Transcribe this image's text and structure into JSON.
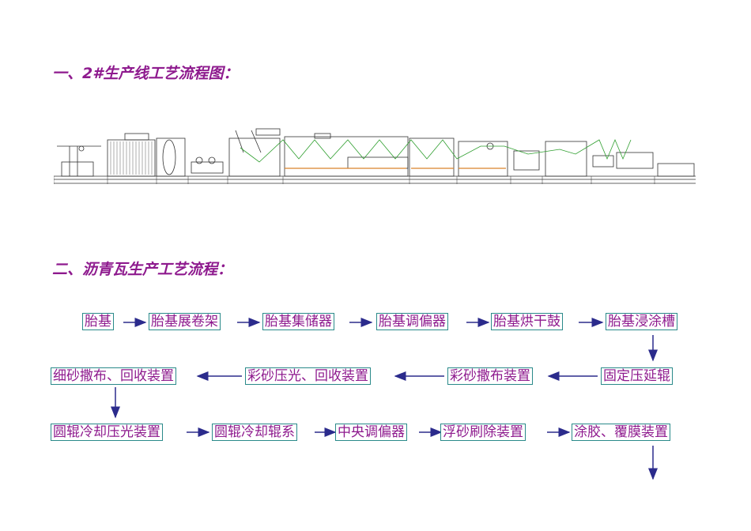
{
  "section1": {
    "title": "一、2#生产线工艺流程图："
  },
  "section2": {
    "title": "二、沥青瓦生产工艺流程："
  },
  "flow": {
    "row1": [
      "胎基",
      "胎基展卷架",
      "胎基集储器",
      "胎基调偏器",
      "胎基烘干鼓",
      "胎基浸涂槽"
    ],
    "row2": [
      "细砂撒布、回收装置",
      "彩砂压光、回收装置",
      "彩砂撒布装置",
      " 固定压延辊"
    ],
    "row3": [
      "圆辊冷却压光装置",
      "圆辊冷却辊系",
      "中央调偏器",
      "浮砂刷除装置",
      " 涂胶、覆膜装置"
    ]
  },
  "colors": {
    "heading": "#8e1a8e",
    "box_border": "#2a8a8a",
    "box_text": "#8e1a8e",
    "arrow": "#2b2b8c",
    "drawing": "#333333",
    "drawing_accent": "#2e9e2e",
    "drawing_orange": "#d9822b"
  }
}
